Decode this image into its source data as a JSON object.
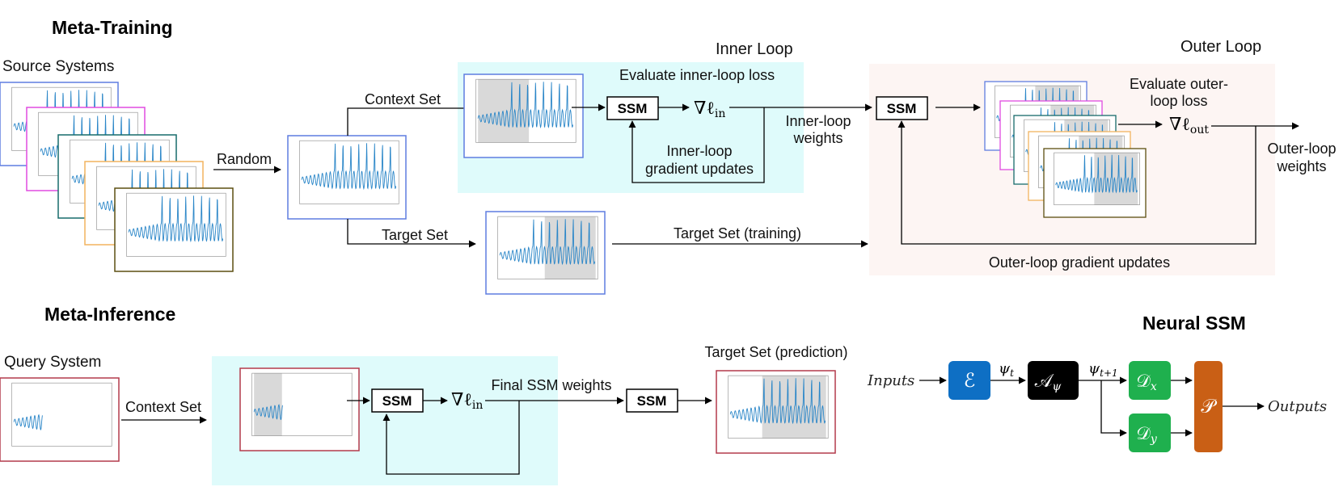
{
  "headings": {
    "meta_training": "Meta-Training",
    "meta_inference": "Meta-Inference",
    "neural_ssm": "Neural SSM",
    "inner_loop": "Inner Loop",
    "outer_loop": "Outer Loop"
  },
  "labels": {
    "source_systems": "Source Systems",
    "random": "Random",
    "context_set": "Context Set",
    "target_set": "Target Set",
    "eval_inner_loss": "Evaluate inner-loop loss",
    "inner_loop_weights_1": "Inner-loop",
    "inner_loop_weights_2": "weights",
    "inner_grad_1": "Inner-loop",
    "inner_grad_2": "gradient updates",
    "eval_outer_1": "Evaluate outer-",
    "eval_outer_2": "loop loss",
    "outer_weights_1": "Outer-loop",
    "outer_weights_2": "weights",
    "target_set_training": "Target Set (training)",
    "outer_grad": "Outer-loop gradient updates",
    "query_system": "Query System",
    "context_set_inference": "Context Set",
    "final_ssm_weights": "Final SSM weights",
    "target_set_prediction": "Target Set (prediction)",
    "inputs": "Inputs",
    "outputs": "Outputs"
  },
  "boxes": {
    "ssm": "SSM"
  },
  "math": {
    "grad_in_nabla": "∇ℓ",
    "grad_in_sub": "in",
    "grad_out_nabla": "∇ℓ",
    "grad_out_sub": "out",
    "psi_t": "ψ",
    "psi_t_sub": "t",
    "psi_t1": "ψ",
    "psi_t1_sub": "t+1"
  },
  "ssm_blocks": {
    "encoder": "ℰ",
    "dynamics": "𝒜",
    "dynamics_sub": "ψ",
    "decoder_x": "𝒟",
    "decoder_x_sub": "x",
    "decoder_y": "𝒟",
    "decoder_y_sub": "y",
    "predictor": "𝒫"
  },
  "colors": {
    "inner_loop_bg": "#dffbfb",
    "outer_loop_bg": "#fdf5f3",
    "plot_blue": "#2a86c8",
    "frame_blue": "#5f7de0",
    "frame_red": "#b33a4b",
    "encoder": "#0e6fc4",
    "dynamics": "#000000",
    "decoders": "#1fb04e",
    "predictor": "#c95f15",
    "highlight_gray": "#d9d9d9"
  }
}
